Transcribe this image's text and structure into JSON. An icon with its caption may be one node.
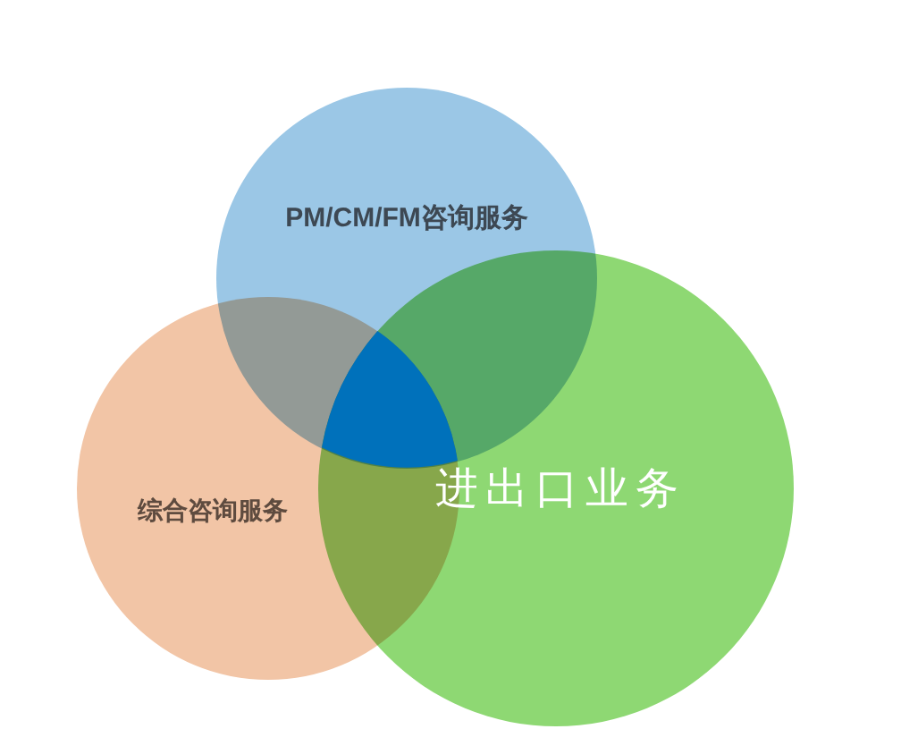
{
  "diagram": {
    "nodes": [
      {
        "text": [
          "PM/CM/FM咨询服务"
        ]
      },
      {
        "text": [
          "综合咨询服务"
        ]
      },
      {
        "text": [
          "进出口业务"
        ]
      },
      {
        "text": [],
        "shape": "triangle"
      }
    ]
  }
}
